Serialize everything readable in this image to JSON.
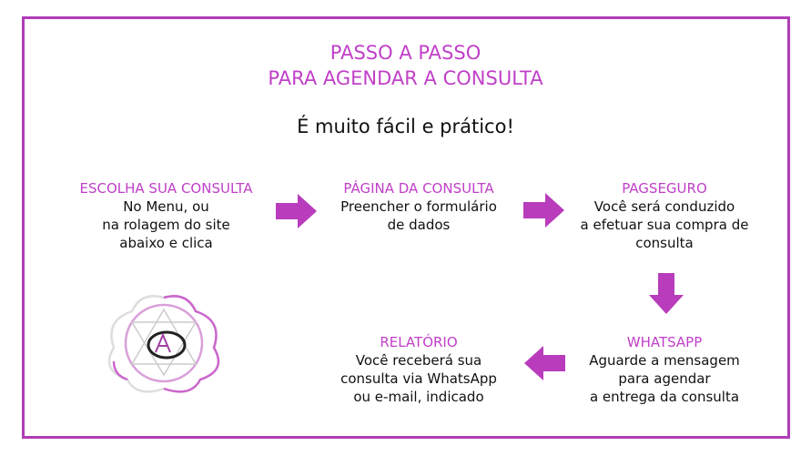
{
  "title": {
    "line1": "PASSO A PASSO",
    "line2": "PARA AGENDAR A CONSULTA"
  },
  "subtitle": "É muito fácil e prático!",
  "steps": [
    {
      "heading": "ESCOLHA SUA CONSULTA",
      "lines": [
        "No Menu, ou",
        "na rolagem do site",
        "abaixo e clica"
      ]
    },
    {
      "heading": "PÁGINA DA CONSULTA",
      "lines": [
        "Preencher o formulário",
        "de dados"
      ]
    },
    {
      "heading": "PAGSEGURO",
      "lines": [
        "Você será conduzido",
        "a efetuar sua compra de",
        "consulta"
      ]
    },
    {
      "heading": "WHATSAPP",
      "lines": [
        "Aguarde a mensagem",
        "para agendar",
        "a entrega da consulta"
      ]
    },
    {
      "heading": "RELATÓRIO",
      "lines": [
        "Você receberá sua",
        "consulta via WhatsApp",
        "ou e-mail, indicado"
      ]
    }
  ],
  "colors": {
    "accent": "#c040c8",
    "arrow": "#b83cbc"
  }
}
